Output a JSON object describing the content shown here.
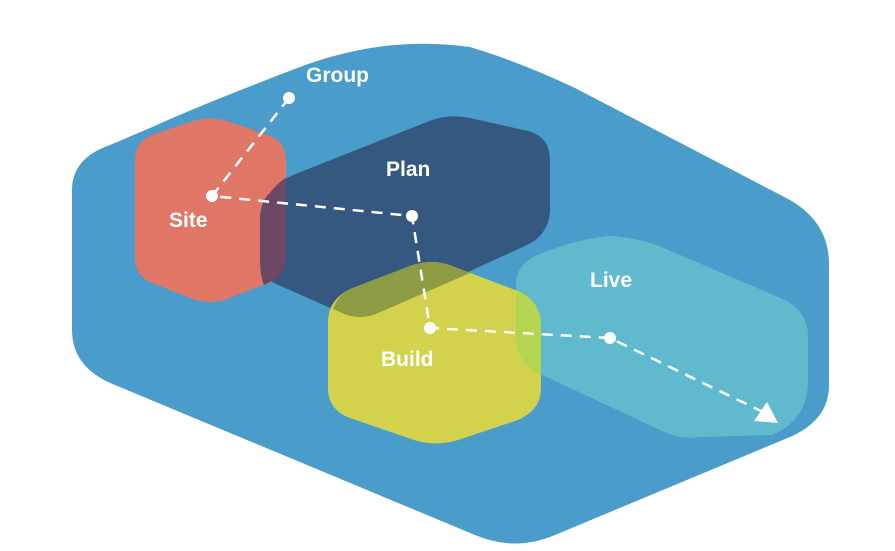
{
  "diagram": {
    "group": {
      "label": "Group",
      "color": "#4a9ccb"
    },
    "site": {
      "label": "Site",
      "color": "#e07766"
    },
    "plan": {
      "label": "Plan",
      "color": "#35567e"
    },
    "build": {
      "label": "Build",
      "color": "#d2d24c"
    },
    "live": {
      "label": "Live",
      "color": "#62bace"
    },
    "connector_color": "#ffffff"
  }
}
